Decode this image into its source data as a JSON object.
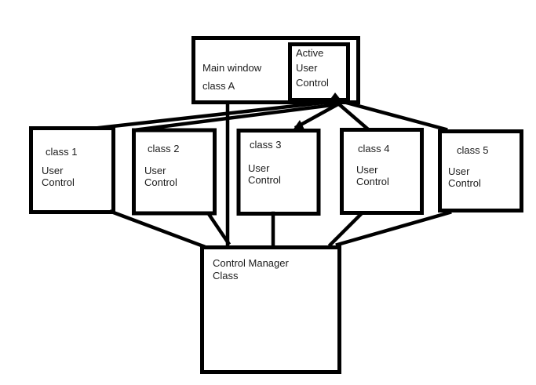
{
  "diagram": {
    "nodes": {
      "main_window": {
        "line1": "Main window",
        "line2": "class A"
      },
      "active_user_control": {
        "label": "Active User Control"
      },
      "class1": {
        "title": "class 1",
        "subtitle": "User Control"
      },
      "class2": {
        "title": "class 2",
        "subtitle": "User Control"
      },
      "class3": {
        "title": "class 3",
        "subtitle": "User Control"
      },
      "class4": {
        "title": "class 4",
        "subtitle": "User Control"
      },
      "class5": {
        "title": "class 5",
        "subtitle": "User Control"
      },
      "control_manager": {
        "label": "Control Manager Class"
      }
    },
    "connections": [
      {
        "from": "Active User Control",
        "to": "class 1",
        "type": "line"
      },
      {
        "from": "Active User Control",
        "to": "class 2",
        "type": "line"
      },
      {
        "from": "Active User Control",
        "to": "class 3",
        "type": "arrow"
      },
      {
        "from": "Active User Control",
        "to": "class 4",
        "type": "line"
      },
      {
        "from": "Active User Control",
        "to": "class 5",
        "type": "line"
      },
      {
        "from": "Main window class A",
        "to": "Control Manager Class",
        "type": "line"
      },
      {
        "from": "class 1",
        "to": "Control Manager Class",
        "type": "line"
      },
      {
        "from": "class 2",
        "to": "Control Manager Class",
        "type": "line"
      },
      {
        "from": "class 3",
        "to": "Control Manager Class",
        "type": "line"
      },
      {
        "from": "class 4",
        "to": "Control Manager Class",
        "type": "line"
      },
      {
        "from": "class 5",
        "to": "Control Manager Class",
        "type": "line"
      }
    ],
    "colors": {
      "stroke": "#000000",
      "text": "#1c1c1c",
      "background": "#ffffff"
    }
  }
}
